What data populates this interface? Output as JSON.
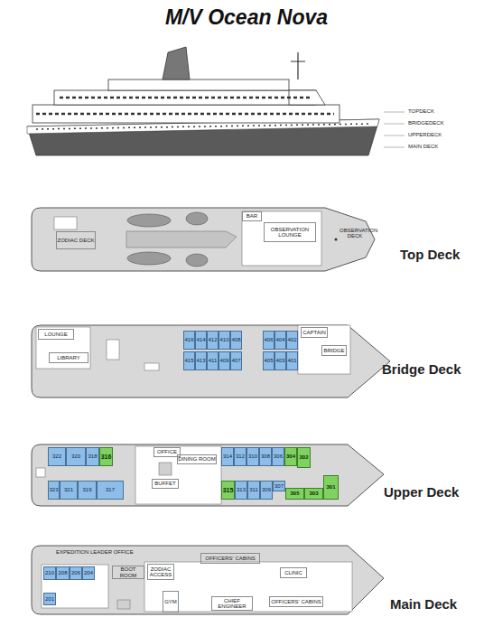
{
  "diagram": {
    "title": "M/V Ocean Nova",
    "nodes": [
      {
        "text": [
          "ZODIAC DECK"
        ]
      },
      {
        "text": [
          "BAR"
        ]
      },
      {
        "text": [
          "OBSERVATION LOUNGE"
        ]
      },
      {
        "text": [
          "LOUNGE"
        ]
      },
      {
        "text": [
          "LIBRARY"
        ]
      },
      {
        "text": [
          "416"
        ]
      },
      {
        "text": [
          "414"
        ]
      },
      {
        "text": [
          "412"
        ]
      },
      {
        "text": [
          "410"
        ]
      },
      {
        "text": [
          "408"
        ]
      },
      {
        "text": [
          "415"
        ]
      },
      {
        "text": [
          "413"
        ]
      },
      {
        "text": [
          "411"
        ]
      },
      {
        "text": [
          "409"
        ]
      },
      {
        "text": [
          "407"
        ]
      },
      {
        "text": [
          "406"
        ]
      },
      {
        "text": [
          "404"
        ]
      },
      {
        "text": [
          "402"
        ]
      },
      {
        "text": [
          "405"
        ]
      },
      {
        "text": [
          "403"
        ]
      },
      {
        "text": [
          "401"
        ]
      },
      {
        "text": [
          "CAPTAIN"
        ]
      },
      {
        "text": [
          "BRIDGE"
        ]
      },
      {
        "text": [
          "322"
        ]
      },
      {
        "text": [
          "320"
        ]
      },
      {
        "text": [
          "318"
        ]
      },
      {
        "text": [
          "316"
        ]
      },
      {
        "text": [
          "OFFICE"
        ]
      },
      {
        "text": [
          "314"
        ]
      },
      {
        "text": [
          "312"
        ]
      },
      {
        "text": [
          "310"
        ]
      },
      {
        "text": [
          "308"
        ]
      },
      {
        "text": [
          "306"
        ]
      },
      {
        "text": [
          "304"
        ]
      },
      {
        "text": [
          "302"
        ]
      },
      {
        "text": [
          "323"
        ]
      },
      {
        "text": [
          "321"
        ]
      },
      {
        "text": [
          "319"
        ]
      },
      {
        "text": [
          "317"
        ]
      },
      {
        "text": [
          "BUFFET"
        ]
      },
      {
        "text": [
          "DINING ROOM"
        ]
      },
      {
        "text": [
          "315"
        ]
      },
      {
        "text": [
          "313"
        ]
      },
      {
        "text": [
          "311"
        ]
      },
      {
        "text": [
          "309"
        ]
      },
      {
        "text": [
          "307"
        ]
      },
      {
        "text": [
          "305"
        ]
      },
      {
        "text": [
          "303"
        ]
      },
      {
        "text": [
          "301"
        ]
      },
      {
        "text": [
          "210"
        ]
      },
      {
        "text": [
          "208"
        ]
      },
      {
        "text": [
          "206"
        ]
      },
      {
        "text": [
          "204"
        ]
      },
      {
        "text": [
          "201"
        ]
      },
      {
        "text": [
          "BOOT ROOM"
        ]
      },
      {
        "text": [
          "ZODIAC ACCESS"
        ]
      },
      {
        "text": [
          "OFFICERS' CABINS"
        ]
      },
      {
        "text": [
          "GYM"
        ]
      },
      {
        "text": [
          "CHIEF ENGINEER"
        ]
      },
      {
        "text": [
          "CLINIC"
        ]
      },
      {
        "text": [
          "OFFICERS' CABINS"
        ]
      }
    ],
    "labels": [
      "TOPDECK",
      "BRIDGEDECK",
      "UPPERDECK",
      "MAIN DECK",
      "OBSERVATION DECK",
      "Top Deck",
      "Bridge Deck",
      "Upper Deck",
      "Main Deck",
      "EXPEDITION LEADER OFFICE"
    ]
  }
}
